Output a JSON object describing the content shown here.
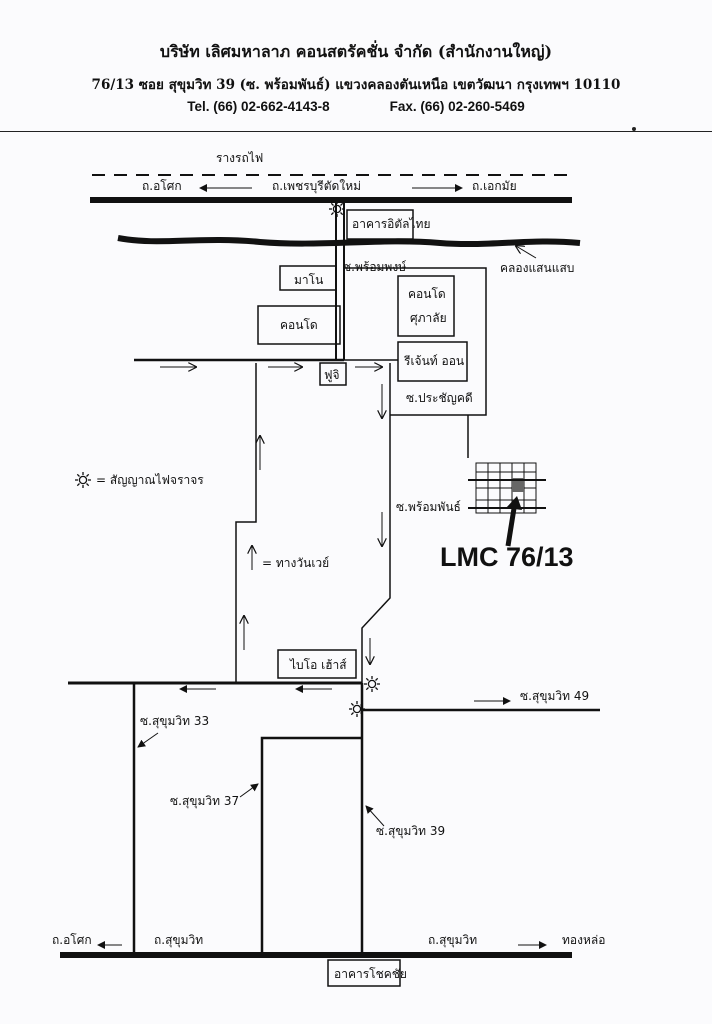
{
  "header": {
    "company": "บริษัท เลิศมหาลาภ คอนสตรัคชั่น จำกัด (สำนักงานใหญ่)",
    "address": "76/13 ซอย สุขุมวิท 39 (ซ. พร้อมพันธ์) แขวงคลองตันเหนือ เขตวัฒนา กรุงเทพฯ 10110",
    "tel": "Tel. (66) 02-662-4143-8",
    "fax": "Fax. (66) 02-260-5469"
  },
  "map": {
    "railway": "รางรถไฟ",
    "road_asok_top": "ถ.อโศก",
    "road_phetchaburi": "ถ.เพชรบุรีตัดใหม่",
    "road_ekkamai": "ถ.เอกมัย",
    "bldg_italthai": "อาคารอิตัลไทย",
    "canal": "คลองแสนแสบ",
    "soi_prompong": "ซ.พร้อมพงษ์",
    "bldg_mano": "มาโน",
    "bldg_condo": "คอนโด",
    "bldg_condo_supalai_1": "คอนโด",
    "bldg_condo_supalai_2": "ศุภาลัย",
    "bldg_regent_on": "รีเจ้นท์ ออน",
    "bldg_fuji": "ฟูจิ",
    "soi_prasanmitr": "ซ.ประชัญคดี",
    "legend_signal": "= สัญญาณไฟจราจร",
    "legend_oneway": "= ทางวันเวย์",
    "soi_prompan": "ซ.พร้อมพันธ์",
    "destination": "LMC 76/13",
    "bldg_bio_house": "ไบโอ เฮ้าส์",
    "soi_sukhumvit49": "ซ.สุขุมวิท 49",
    "soi_sukhumvit33": "ซ.สุขุมวิท 33",
    "soi_sukhumvit37": "ซ.สุขุมวิท 37",
    "soi_sukhumvit39": "ซ.สุขุมวิท 39",
    "road_asok_bottom": "ถ.อโศก",
    "road_sukhumvit_left": "ถ.สุขุมวิท",
    "road_sukhumvit_right": "ถ.สุขุมวิท",
    "thonglor": "ทองหล่อ",
    "bldg_chokchai": "อาคารโชคชัย"
  }
}
